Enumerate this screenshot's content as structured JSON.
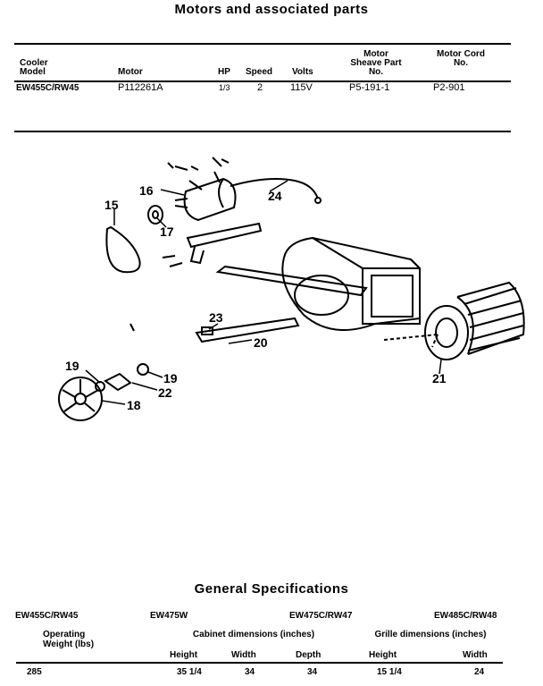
{
  "title": "Motors and associated parts",
  "motor_table": {
    "headers": {
      "cooler_model": "Cooler Model",
      "motor": "Motor",
      "hp": "HP",
      "speed": "Speed",
      "volts": "Volts",
      "sheave": "Motor Sheave Part No.",
      "cord": "Motor Cord No."
    },
    "row": {
      "cooler_model": "EW455C/RW45",
      "motor": "P112261A",
      "hp": "1/3",
      "speed": "2",
      "volts": "115V",
      "sheave": "P5-191-1",
      "cord": "P2-901"
    }
  },
  "diagram": {
    "callouts": [
      "15",
      "16",
      "17",
      "24",
      "23",
      "20",
      "19",
      "19",
      "22",
      "18",
      "21"
    ]
  },
  "general_specs": {
    "title": "General Specifications",
    "models": [
      "EW455C/RW45",
      "EW475W",
      "EW475C/RW47",
      "EW485C/RW48"
    ],
    "operating_weight": "Operating Weight (lbs)",
    "cabinet_dimensions": "Cabinet dimensions (inches)",
    "grille_dimensions": "Grille dimensions (inches)",
    "columns": [
      "Height",
      "Width",
      "Depth",
      "Height",
      "Width"
    ],
    "values": {
      "weight": "285",
      "cab_height": "35 1/4",
      "cab_width": "34",
      "cab_depth": "34",
      "grille_height": "15 1/4",
      "grille_width": "24"
    }
  }
}
